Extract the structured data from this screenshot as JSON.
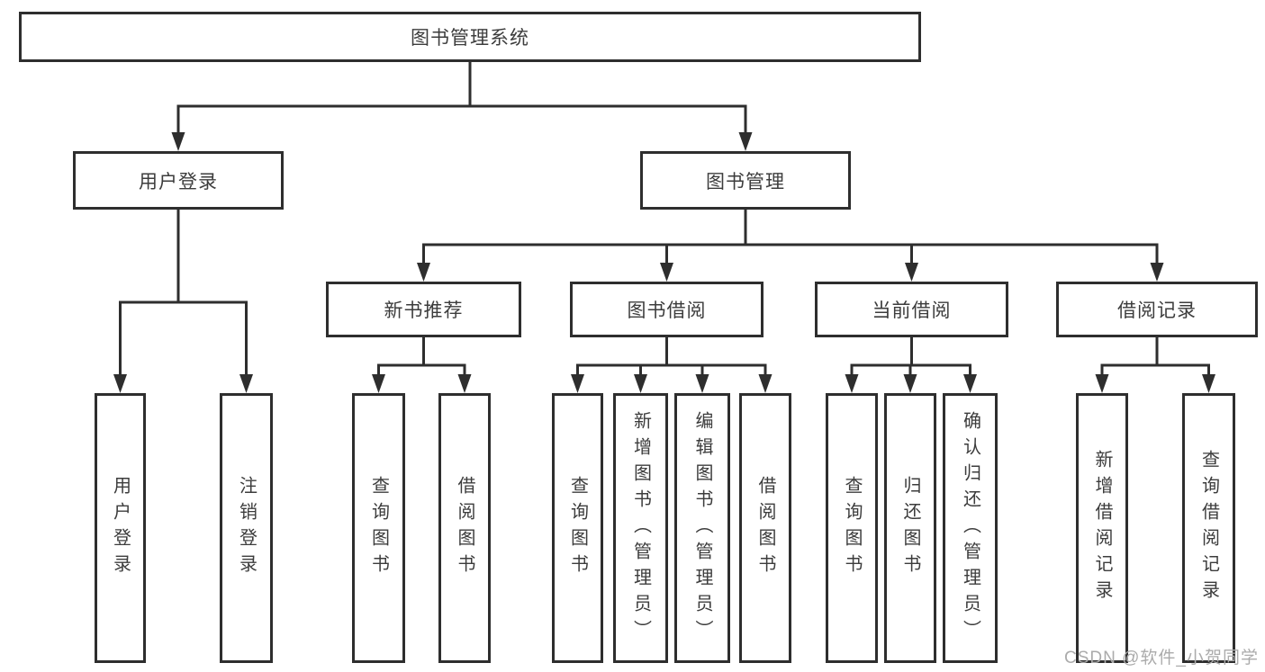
{
  "tree": {
    "root": "图书管理系统",
    "branches": [
      {
        "label": "用户登录",
        "children": [
          "用户登录",
          "注销登录"
        ]
      },
      {
        "label": "图书管理",
        "groups": [
          {
            "label": "新书推荐",
            "children": [
              "查询图书",
              "借阅图书"
            ]
          },
          {
            "label": "图书借阅",
            "children": [
              "查询图书",
              "新增图书（管理员）",
              "编辑图书（管理员）",
              "借阅图书"
            ]
          },
          {
            "label": "当前借阅",
            "children": [
              "查询图书",
              "归还图书",
              "确认归还（管理员）"
            ]
          },
          {
            "label": "借阅记录",
            "children": [
              "新增借阅记录",
              "查询借阅记录"
            ]
          }
        ]
      }
    ]
  },
  "watermark": "CSDN @软件_小贺同学",
  "colors": {
    "line": "#2e2e2e",
    "text": "#3c3c3c",
    "watermark": "#ababab",
    "background": "#ffffff"
  }
}
